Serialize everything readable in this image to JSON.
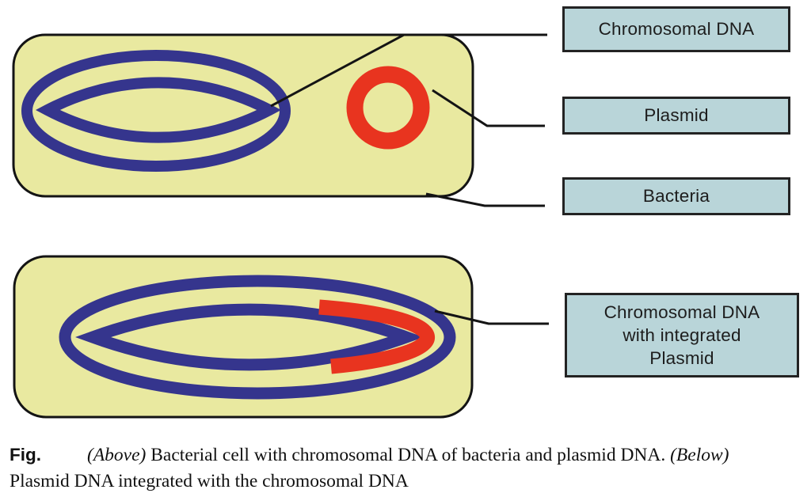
{
  "palette": {
    "background": "#ffffff",
    "cell_fill": "#e9e9a0",
    "cell_stroke": "#141414",
    "dna_blue": "#35358d",
    "plasmid_red": "#e8341f",
    "label_fill": "#b9d5d9",
    "label_border": "#232323",
    "leader_line": "#141414",
    "text_color": "#1d1d1d"
  },
  "callouts": {
    "chromosomal_dna": "Chromosomal DNA",
    "plasmid": "Plasmid",
    "bacteria": "Bacteria",
    "integrated": {
      "line1": "Chromosomal DNA",
      "line2": "with integrated",
      "line3": "Plasmid"
    }
  },
  "caption": {
    "fig_label": "Fig.",
    "segments": [
      {
        "text": "(Above)",
        "style": "italic"
      },
      {
        "text": " Bacterial cell with chromosomal DNA of bacteria and plasmid DNA. ",
        "style": "normal"
      },
      {
        "text": "(Below)",
        "style": "italic"
      },
      {
        "text": "Plasmid DNA integrated with the chromosomal DNA",
        "style": "normal"
      }
    ]
  }
}
